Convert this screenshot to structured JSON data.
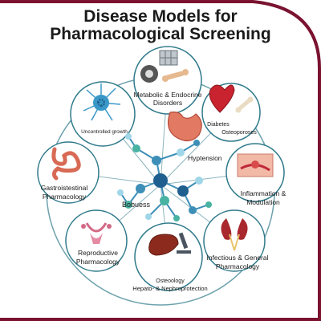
{
  "title_line1": "Disease Models for",
  "title_line2": "Pharmacological Screening",
  "frame_color": "#7a1230",
  "ring_color": "#2f7a8a",
  "molecule_colors": {
    "dark": "#1f5f8f",
    "mid": "#3d8fb8",
    "teal": "#49b3a3",
    "light": "#9fd6e8"
  },
  "nodes": {
    "metabolic": {
      "line1": "Metabolic & Endocrine",
      "line2": "Disorders",
      "icons": [
        "gear-icon",
        "tablet-grid-icon",
        "bone-icon"
      ]
    },
    "diabetes": {
      "line1": "Diabetes",
      "line2": "Osteoporoses",
      "icons": [
        "heart-icon",
        "bone-icon"
      ]
    },
    "inflammation": {
      "line1": "Inflammation &",
      "line2": "Modulation",
      "icons": [
        "skin-tissue-icon"
      ]
    },
    "infectious": {
      "line1": "Infectious & General",
      "line2": "Pharmacology",
      "icons": [
        "kidney-icon"
      ]
    },
    "hepato": {
      "line1": "Osteoology",
      "line2": "Hepato- & Nephroprotection",
      "icons": [
        "liver-icon",
        "microscope-icon"
      ]
    },
    "reproductive": {
      "line1": "Reproductive",
      "line2": "Pharmacology",
      "icons": [
        "uterus-icon"
      ]
    },
    "gastro": {
      "line1": "Gastroistestinal",
      "line2": "Pharmacology",
      "icons": [
        "intestine-icon"
      ]
    },
    "uncontrolled": {
      "line1": "Uncontrolled growth",
      "icons": [
        "neuron-cell-icon"
      ]
    }
  },
  "center": {
    "hyptension": "Hyptension",
    "bobuess": "Bobuess",
    "icons": [
      "stomach-icon",
      "molecule-network-icon"
    ]
  }
}
